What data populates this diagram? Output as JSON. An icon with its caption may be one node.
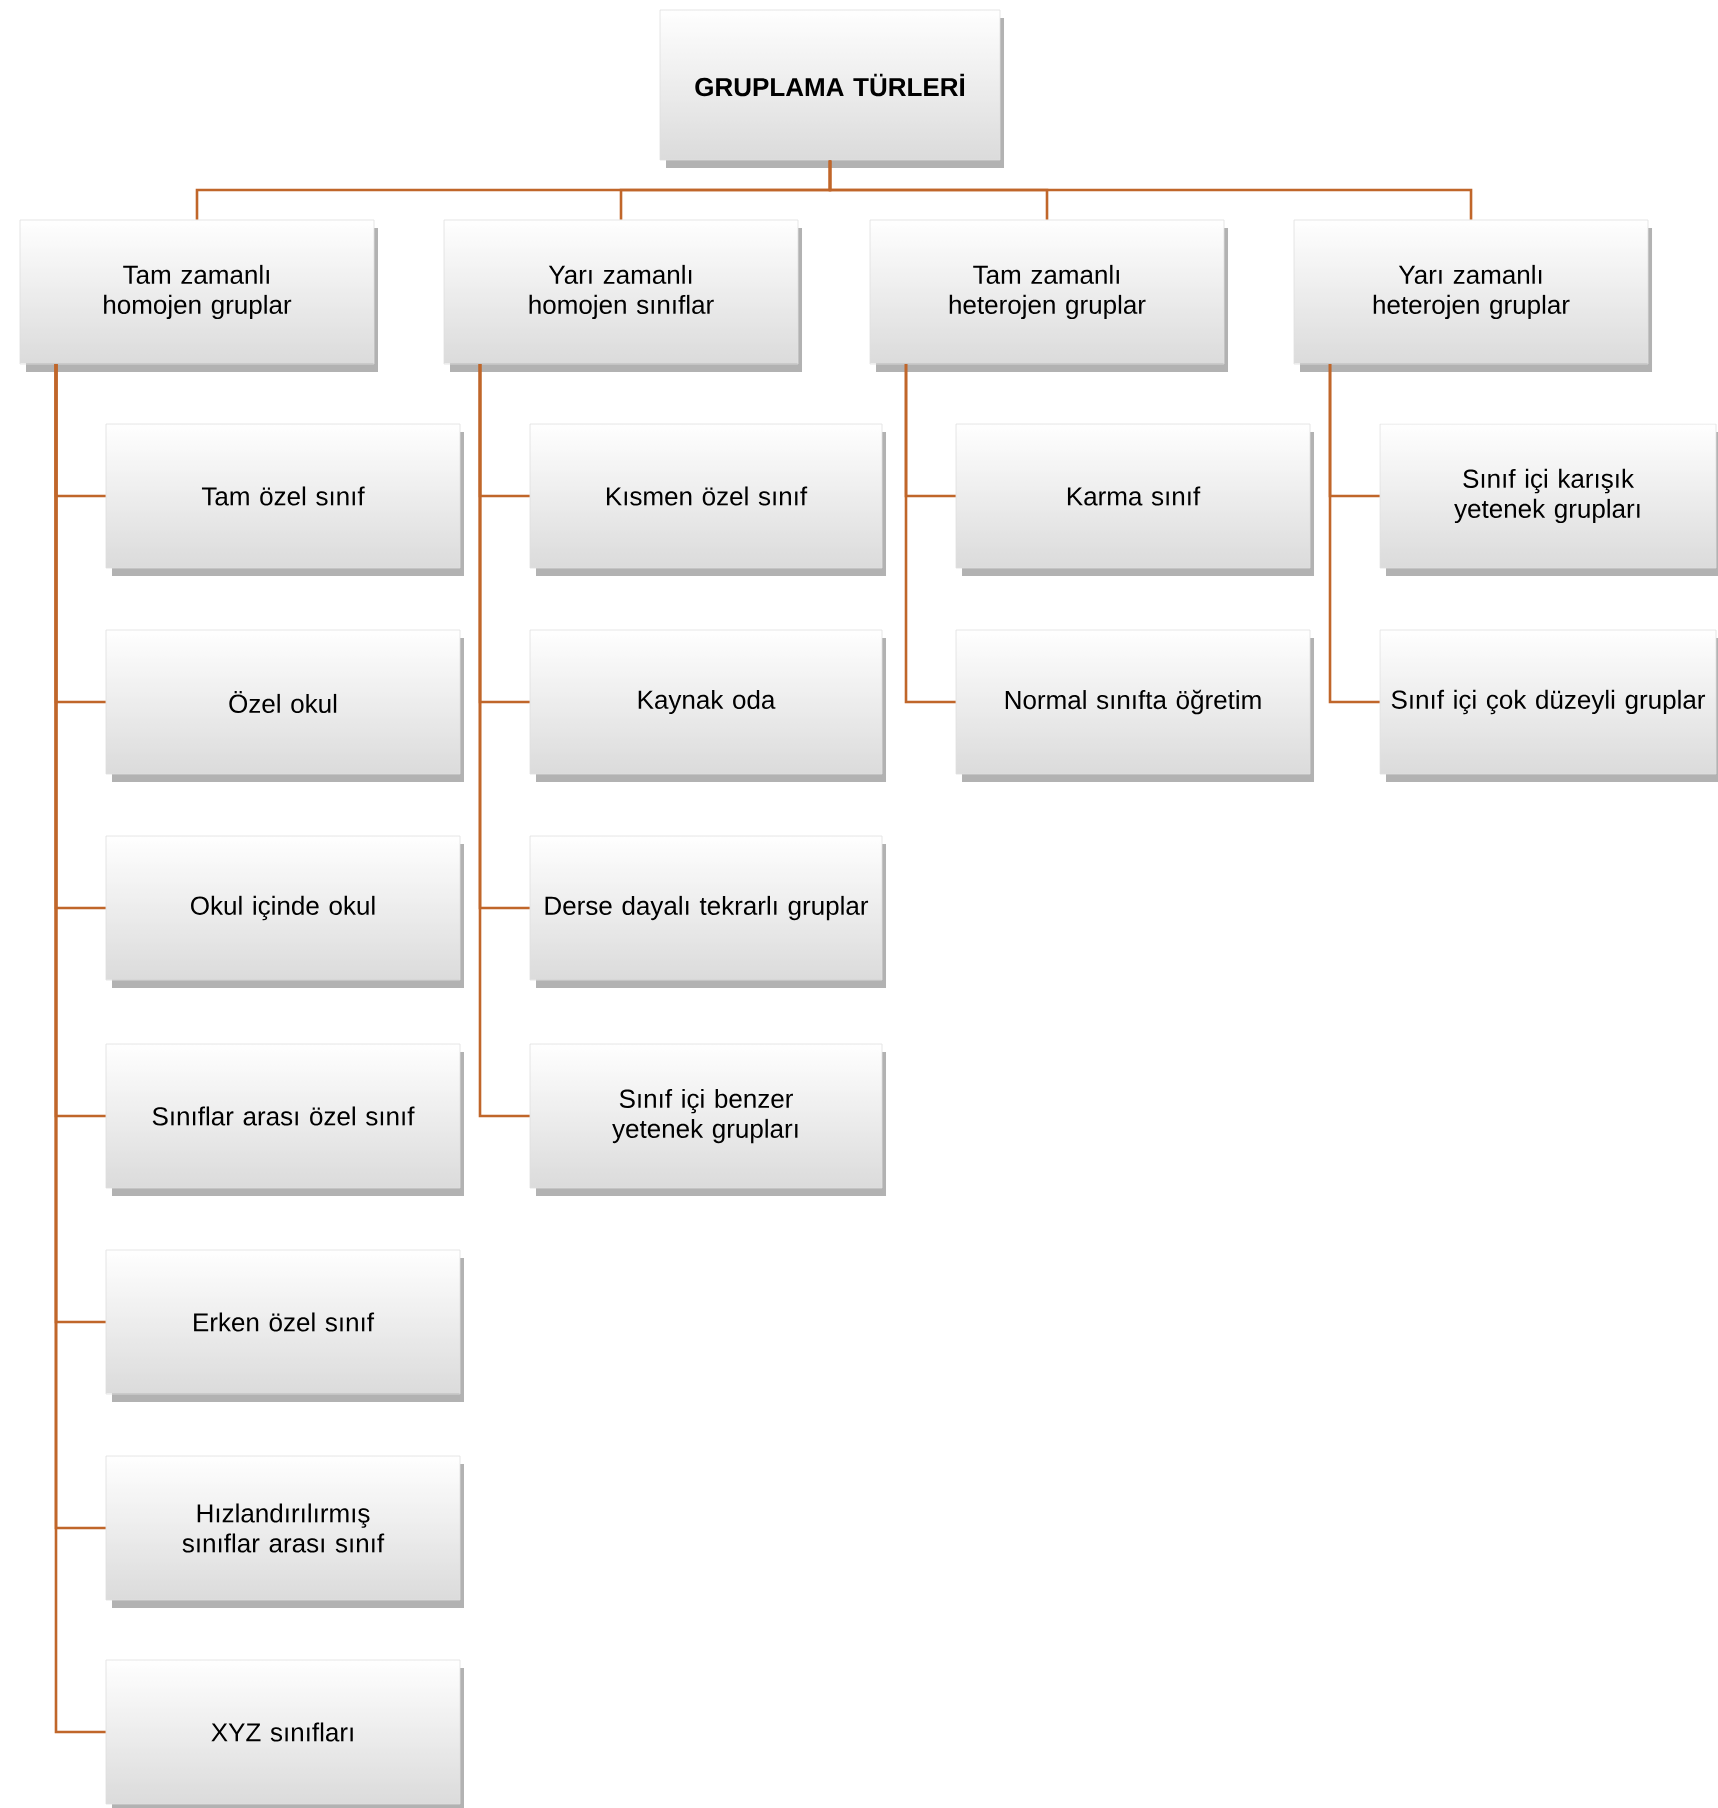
{
  "diagram": {
    "nodes": [
      {
        "text": [
          "GRUPLAMA TÜRLERİ"
        ]
      },
      {
        "text": [
          "Tam zamanlı homojen gruplar"
        ]
      },
      {
        "text": [
          "Yarı zamanlı homojen sınıflar"
        ]
      },
      {
        "text": [
          "Tam zamanlı heterojen gruplar"
        ]
      },
      {
        "text": [
          "Yarı zamanlı heterojen gruplar"
        ]
      },
      {
        "text": [
          "Tam özel sınıf"
        ]
      },
      {
        "text": [
          "Özel okul"
        ]
      },
      {
        "text": [
          "Okul içinde okul"
        ]
      },
      {
        "text": [
          "Sınıflar arası özel sınıf"
        ]
      },
      {
        "text": [
          "Erken özel sınıf"
        ]
      },
      {
        "text": [
          "Hızlandırılırmış sınıflar arası sınıf"
        ]
      },
      {
        "text": [
          "XYZ sınıfları"
        ]
      },
      {
        "text": [
          "Kısmen özel sınıf"
        ]
      },
      {
        "text": [
          "Kaynak oda"
        ]
      },
      {
        "text": [
          "Derse dayalı tekrarlı gruplar"
        ]
      },
      {
        "text": [
          "Sınıf içi benzer yetenek grupları"
        ]
      },
      {
        "text": [
          "Karma sınıf"
        ]
      },
      {
        "text": [
          "Normal sınıfta öğretim"
        ]
      },
      {
        "text": [
          "Sınıf içi karışık yetenek grupları"
        ]
      },
      {
        "text": [
          "Sınıf içi çok düzeyli gruplar"
        ]
      }
    ],
    "edges": [
      {
        "from": 0,
        "to": 1,
        "arrow": "none"
      },
      {
        "from": 0,
        "to": 2,
        "arrow": "none"
      },
      {
        "from": 0,
        "to": 3,
        "arrow": "none"
      },
      {
        "from": 0,
        "to": 4,
        "arrow": "none"
      },
      {
        "from": 1,
        "to": 5,
        "arrow": "none"
      },
      {
        "from": 1,
        "to": 6,
        "arrow": "none"
      },
      {
        "from": 1,
        "to": 7,
        "arrow": "none"
      },
      {
        "from": 1,
        "to": 8,
        "arrow": "none"
      },
      {
        "from": 1,
        "to": 9,
        "arrow": "none"
      },
      {
        "from": 1,
        "to": 10,
        "arrow": "none"
      },
      {
        "from": 1,
        "to": 11,
        "arrow": "none"
      },
      {
        "from": 2,
        "to": 12,
        "arrow": "none"
      },
      {
        "from": 2,
        "to": 13,
        "arrow": "none"
      },
      {
        "from": 2,
        "to": 14,
        "arrow": "none"
      },
      {
        "from": 2,
        "to": 15,
        "arrow": "none"
      },
      {
        "from": 3,
        "to": 16,
        "arrow": "none"
      },
      {
        "from": 3,
        "to": 17,
        "arrow": "none"
      },
      {
        "from": 4,
        "to": 18,
        "arrow": "none"
      },
      {
        "from": 4,
        "to": 19,
        "arrow": "none"
      }
    ]
  }
}
